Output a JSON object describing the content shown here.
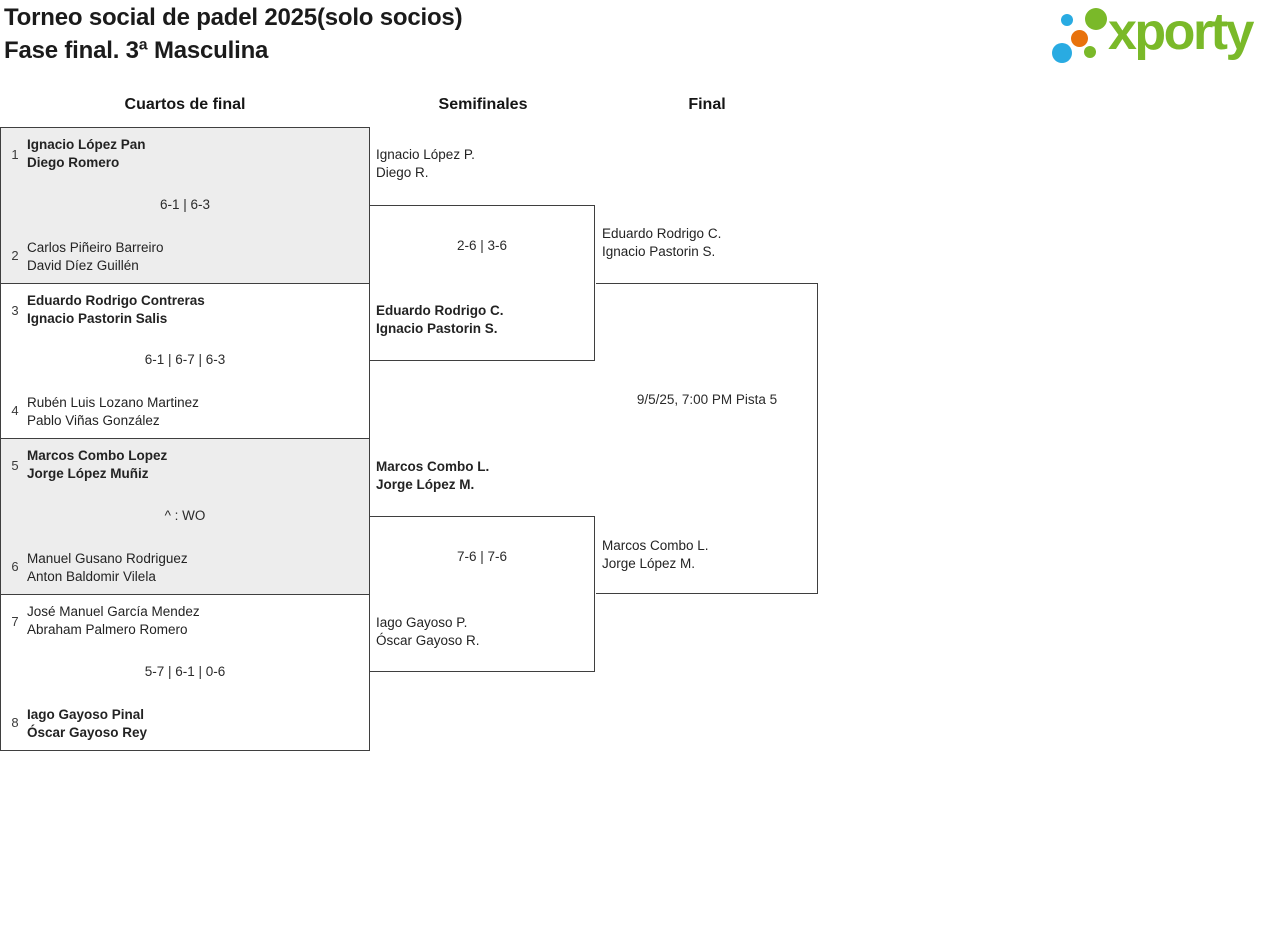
{
  "header": {
    "title_line1": "Torneo social de padel 2025(solo socios)",
    "title_line2": "Fase final. 3ª Masculina"
  },
  "logo": {
    "text": "xporty",
    "colors": {
      "green": "#7ab929",
      "blue": "#29abe2",
      "orange": "#e8720c"
    }
  },
  "round_headers": {
    "quarterfinals": "Cuartos de final",
    "semifinals": "Semifinales",
    "final": "Final"
  },
  "quarterfinals": [
    {
      "seed_top": "1",
      "top_line1": "Ignacio López Pan",
      "top_line2": "Diego Romero",
      "top_winner": true,
      "score": "6-1 | 6-3",
      "seed_bottom": "2",
      "bottom_line1": "Carlos Piñeiro Barreiro",
      "bottom_line2": "David Díez Guillén",
      "bottom_winner": false
    },
    {
      "seed_top": "3",
      "top_line1": "Eduardo Rodrigo Contreras",
      "top_line2": "Ignacio Pastorin Salis",
      "top_winner": true,
      "score": "6-1 | 6-7 | 6-3",
      "seed_bottom": "4",
      "bottom_line1": "Rubén Luis Lozano Martinez",
      "bottom_line2": "Pablo Viñas González",
      "bottom_winner": false
    },
    {
      "seed_top": "5",
      "top_line1": "Marcos Combo Lopez",
      "top_line2": "Jorge López Muñiz",
      "top_winner": true,
      "score": "^ : WO",
      "seed_bottom": "6",
      "bottom_line1": "Manuel Gusano Rodriguez",
      "bottom_line2": "Anton Baldomir Vilela",
      "bottom_winner": false
    },
    {
      "seed_top": "7",
      "top_line1": "José Manuel García Mendez",
      "top_line2": "Abraham Palmero Romero",
      "top_winner": false,
      "score": "5-7 | 6-1 | 0-6",
      "seed_bottom": "8",
      "bottom_line1": "Iago Gayoso Pinal",
      "bottom_line2": "Óscar Gayoso Rey",
      "bottom_winner": true
    }
  ],
  "semifinals": [
    {
      "top_line1": "Ignacio López P.",
      "top_line2": "Diego R.",
      "top_winner": false,
      "score": "2-6 | 3-6",
      "bottom_line1": "Eduardo Rodrigo C.",
      "bottom_line2": "Ignacio Pastorin S.",
      "bottom_winner": true
    },
    {
      "top_line1": "Marcos Combo L.",
      "top_line2": "Jorge López M.",
      "top_winner": true,
      "score": "7-6 | 7-6",
      "bottom_line1": "Iago Gayoso P.",
      "bottom_line2": "Óscar Gayoso R.",
      "bottom_winner": false
    }
  ],
  "final": {
    "top_line1": "Eduardo Rodrigo C.",
    "top_line2": "Ignacio Pastorin S.",
    "top_winner": false,
    "schedule": "9/5/25, 7:00 PM Pista 5",
    "bottom_line1": "Marcos Combo L.",
    "bottom_line2": "Jorge López M.",
    "bottom_winner": false
  }
}
